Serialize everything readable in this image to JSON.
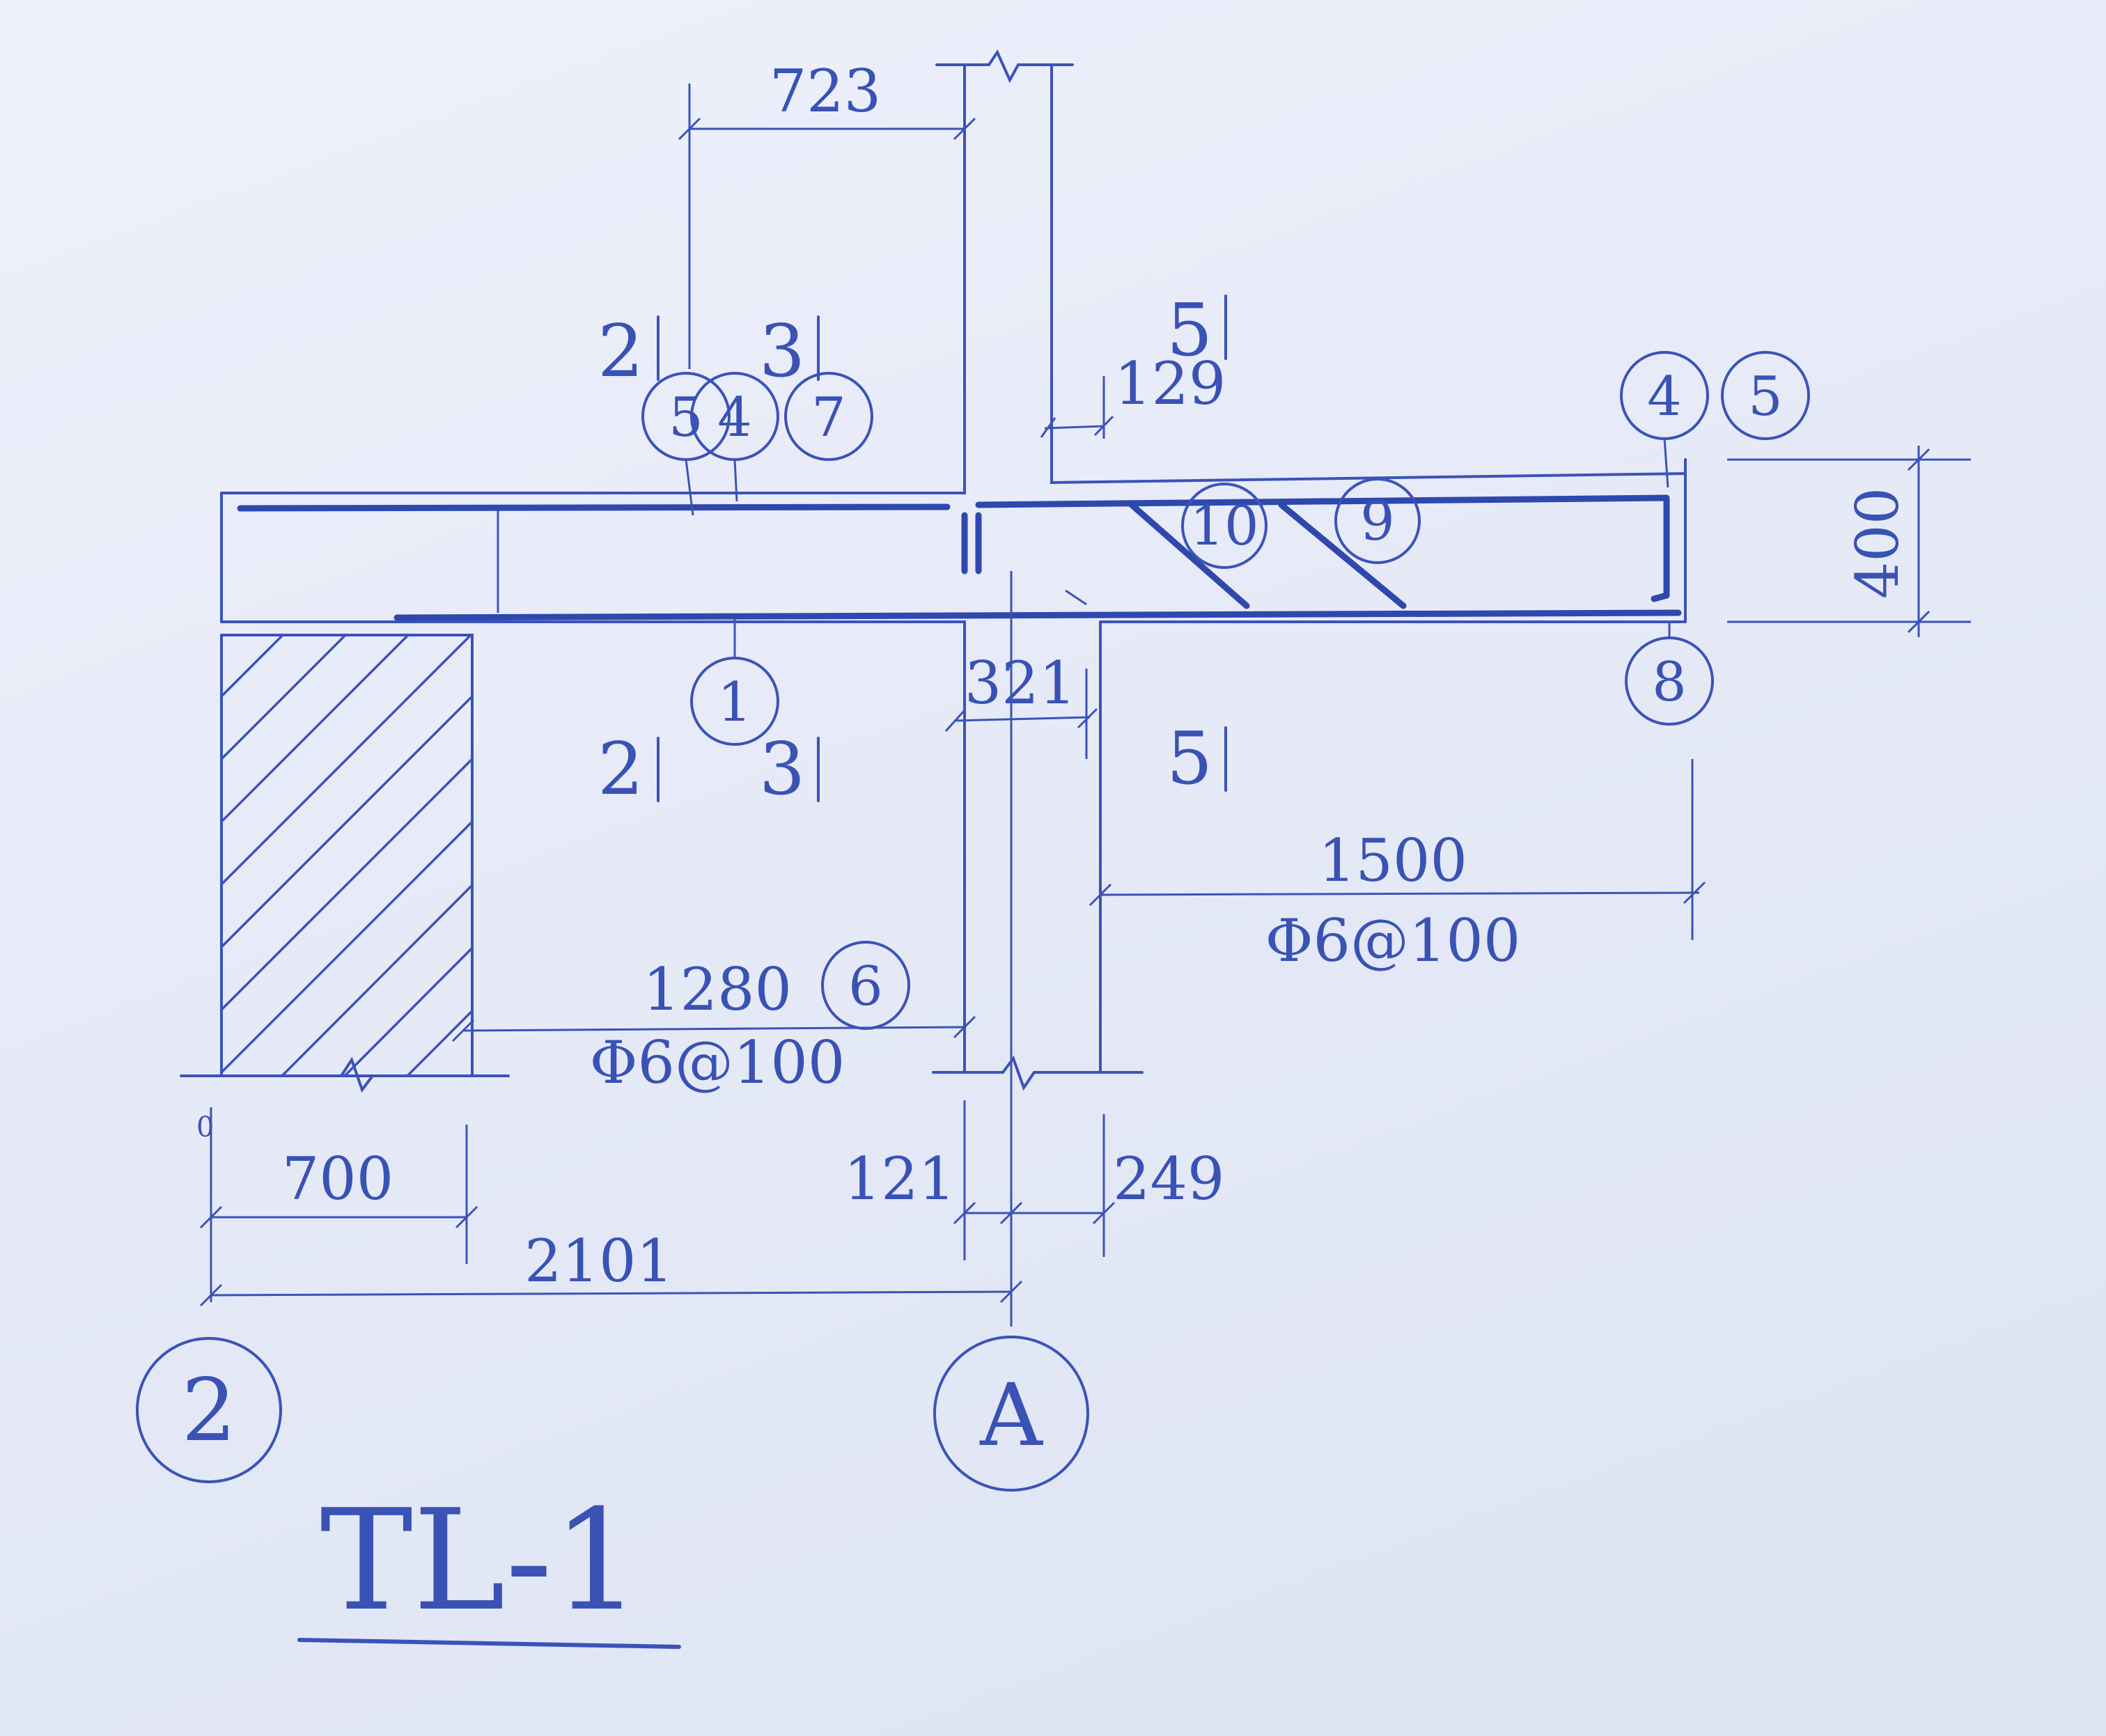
{
  "title": "TL-1",
  "axes": {
    "left": "2",
    "right": "A"
  },
  "dimensions": {
    "d723": "723",
    "d129": "129",
    "d400": "400",
    "d321": "321",
    "d1500": "1500",
    "d1280": "1280",
    "d700": "700",
    "d2101": "2101",
    "d121": "121",
    "d249": "249"
  },
  "rebar_spec_right": "Φ6@100",
  "rebar_spec_left": "Φ6@100",
  "section_marks": {
    "top_2": "2",
    "top_3": "3",
    "top_5": "5",
    "bot_2": "2",
    "bot_3": "3",
    "bot_5": "5"
  },
  "bar_marks": [
    "5",
    "4",
    "7",
    "4",
    "5",
    "10",
    "9",
    "1",
    "8",
    "6"
  ],
  "small_mark": "0"
}
